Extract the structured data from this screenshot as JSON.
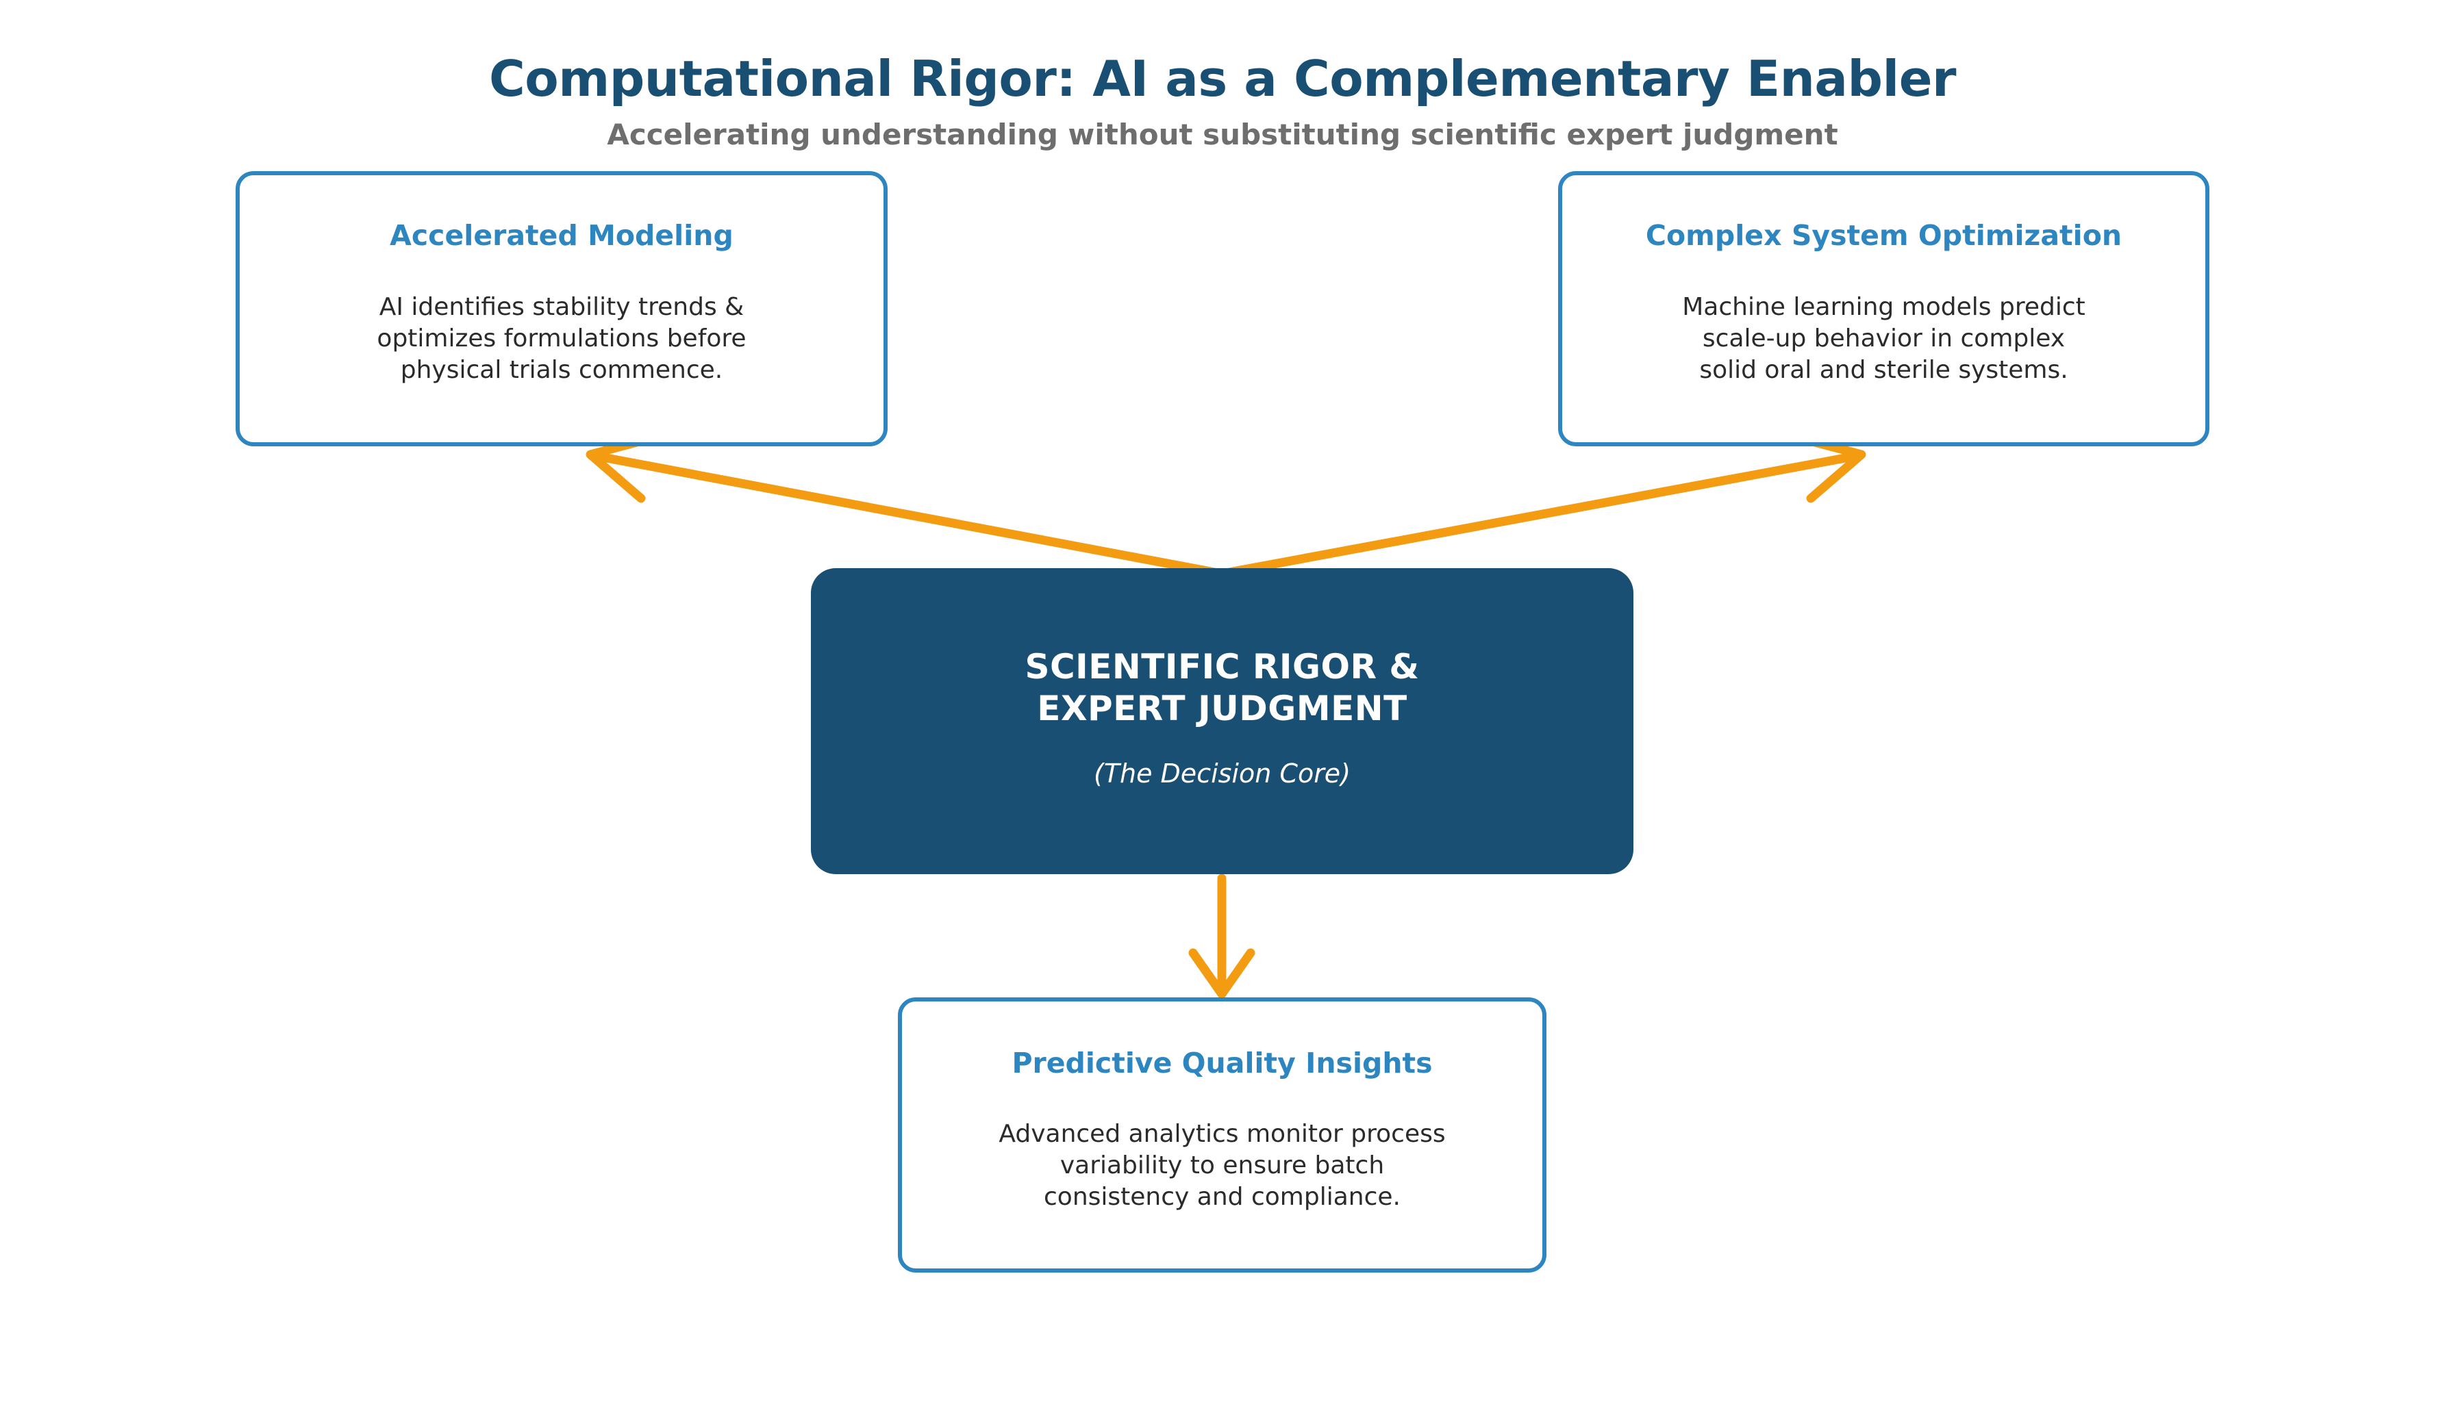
{
  "header": {
    "title": "Computational Rigor: AI as a Complementary Enabler",
    "subtitle": "Accelerating understanding without substituting scientific expert judgment"
  },
  "core": {
    "title": "SCIENTIFIC RIGOR &\nEXPERT JUDGMENT",
    "subtitle": "(The Decision Core)"
  },
  "cards": [
    {
      "id": "accelerated-modeling",
      "title": "Accelerated Modeling",
      "body": "AI identifies stability trends &\noptimizes formulations before\nphysical trials commence."
    },
    {
      "id": "complex-system-optimization",
      "title": "Complex System Optimization",
      "body": "Machine learning models predict\nscale-up behavior in complex\nsolid oral and sterile systems."
    },
    {
      "id": "predictive-quality-insights",
      "title": "Predictive Quality Insights",
      "body": "Advanced analytics monitor process\nvariability to ensure batch\nconsistency and compliance."
    }
  ],
  "connectors": [
    {
      "id": "core-to-accelerated-modeling",
      "from": "core",
      "to": "accelerated-modeling",
      "direction": "up-left"
    },
    {
      "id": "core-to-complex-system-optimization",
      "from": "core",
      "to": "complex-system-optimization",
      "direction": "up-right"
    },
    {
      "id": "core-to-predictive-quality-insights",
      "from": "core",
      "to": "predictive-quality-insights",
      "direction": "down"
    }
  ],
  "colors": {
    "core_fill": "#1a4f74",
    "title_navy": "#1a4f74",
    "card_border_blue": "#2e86c1",
    "card_title_blue": "#2e86c1",
    "subtitle_gray": "#6e6e6e",
    "arrow_orange": "#f39c12",
    "body_text": "#2b2b2b",
    "background": "#ffffff"
  }
}
